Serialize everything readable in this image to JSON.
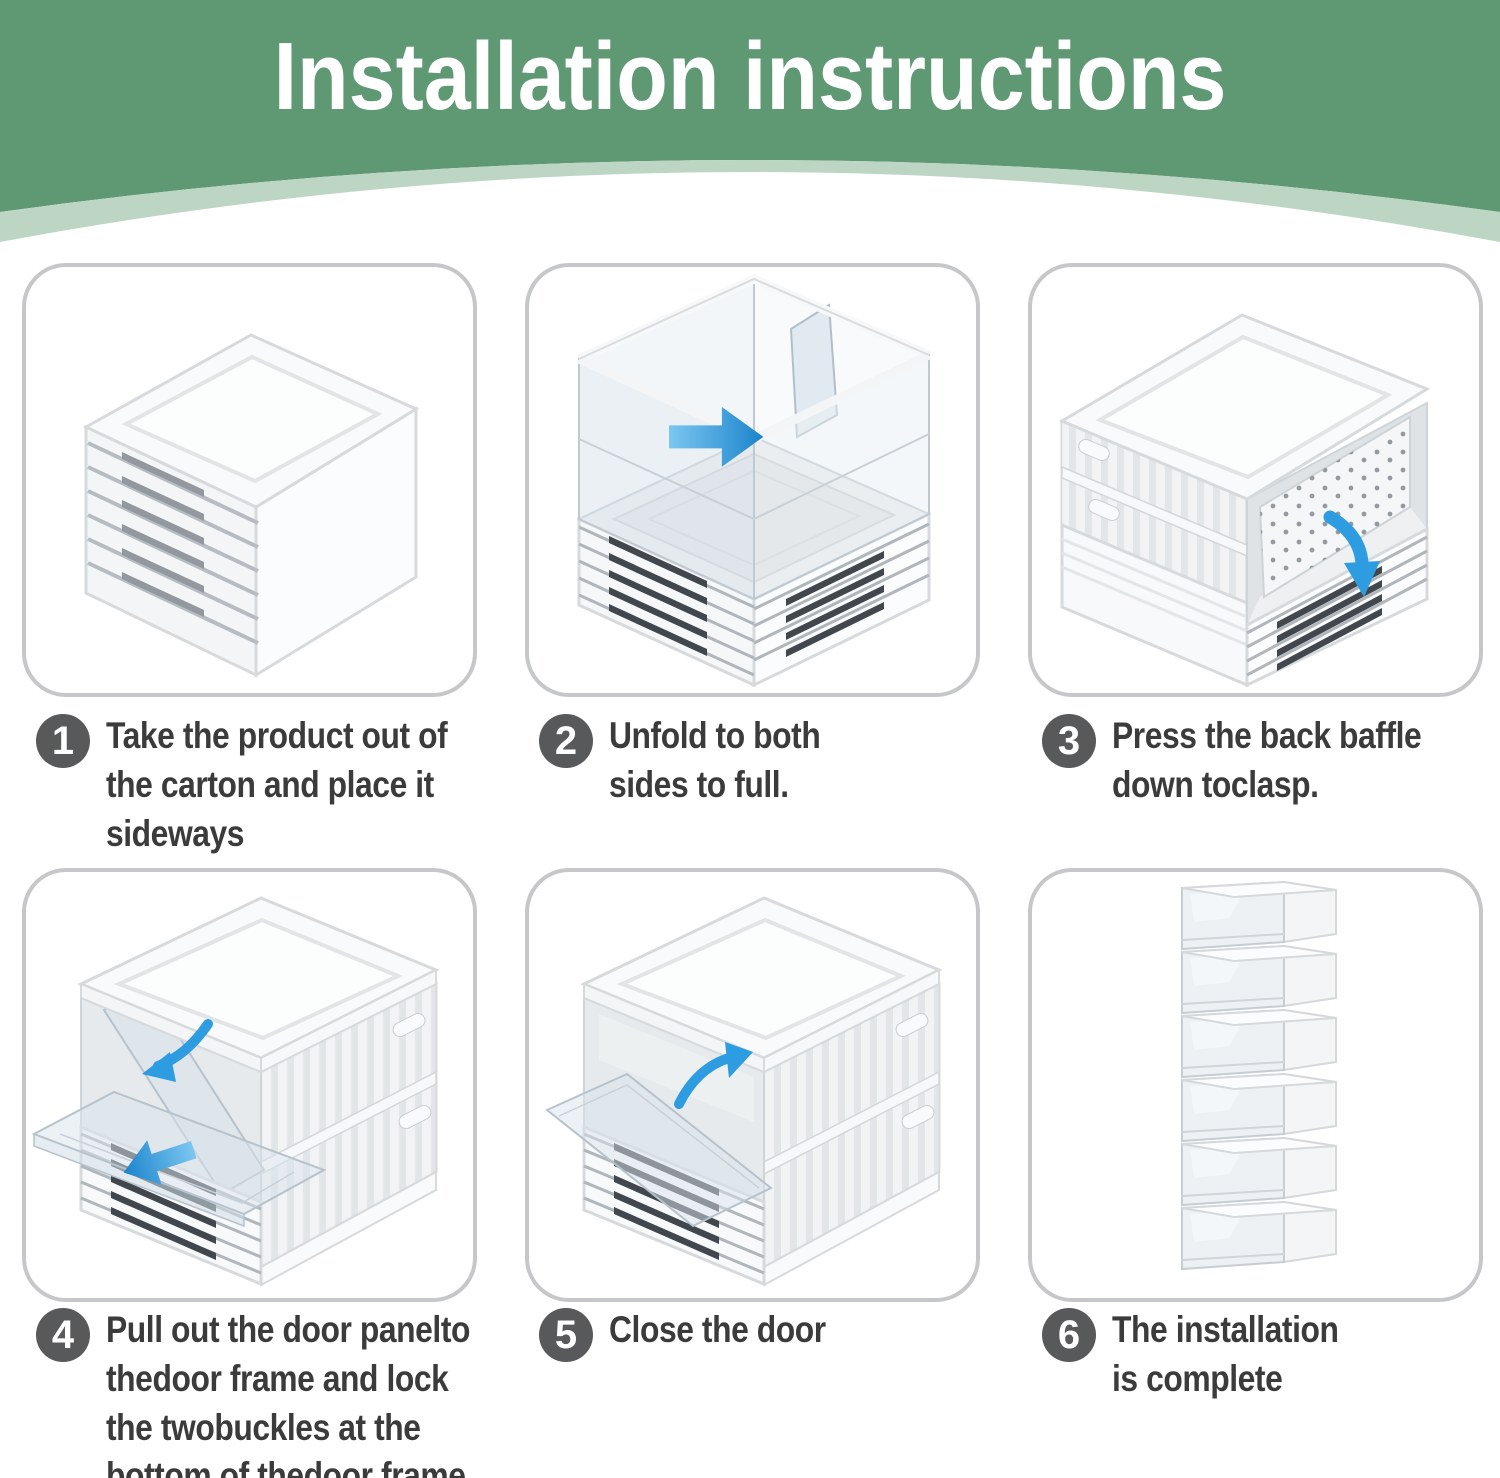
{
  "page": {
    "title": "Installation instructions",
    "colors": {
      "header_green": "#5f9973",
      "header_band": "#bdd5c3",
      "accent_arrow_blue": "#2d9ce0",
      "badge_gray": "#58595b",
      "text_dark": "#3b3b3b",
      "panel_border": "#c5c7c9"
    }
  },
  "steps": [
    {
      "number": "1",
      "text": "Take the product out of\nthe carton and place it\nsideways",
      "illustration": "folded-stack"
    },
    {
      "number": "2",
      "text": "Unfold to both\nsides to full.",
      "illustration": "unfolded-frame"
    },
    {
      "number": "3",
      "text": "Press the back baffle\ndown toclasp.",
      "illustration": "press-back-baffle"
    },
    {
      "number": "4",
      "text": "Pull out the door panelto\nthedoor frame and lock\nthe twobuckles at the\nbottom of thedoor frame",
      "illustration": "pull-out-door-panel"
    },
    {
      "number": "5",
      "text": "Close the door",
      "illustration": "close-door"
    },
    {
      "number": "6",
      "text": "The installation\nis complete",
      "illustration": "completed-stack"
    }
  ]
}
